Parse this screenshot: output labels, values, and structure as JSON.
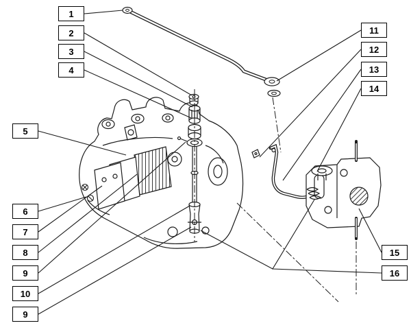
{
  "diagram": {
    "type": "exploded-parts-diagram",
    "background_color": "#ffffff",
    "line_color": "#1b1b1b",
    "callouts": [
      {
        "label": "1"
      },
      {
        "label": "2"
      },
      {
        "label": "3"
      },
      {
        "label": "4"
      },
      {
        "label": "5"
      },
      {
        "label": "6"
      },
      {
        "label": "7"
      },
      {
        "label": "8"
      },
      {
        "label": "9"
      },
      {
        "label": "10"
      },
      {
        "label": "9"
      },
      {
        "label": "11"
      },
      {
        "label": "12"
      },
      {
        "label": "13"
      },
      {
        "label": "14"
      },
      {
        "label": "15"
      },
      {
        "label": "16"
      }
    ]
  }
}
